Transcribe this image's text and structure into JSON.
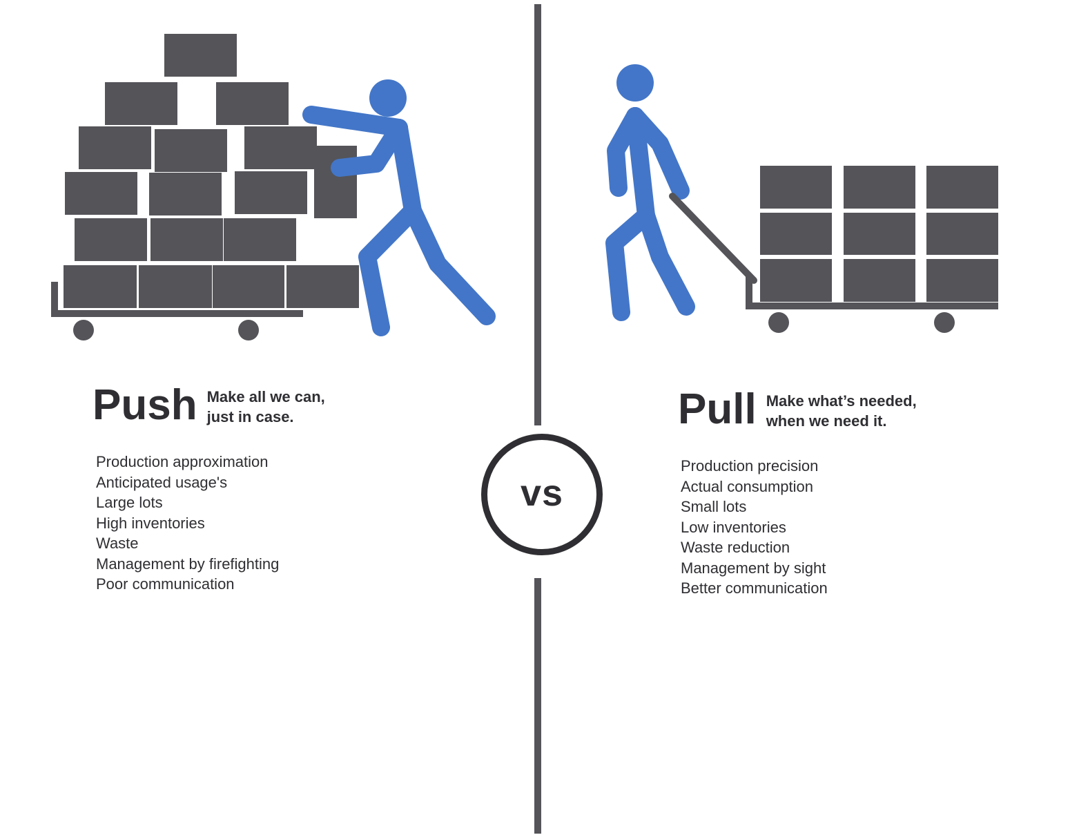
{
  "colors": {
    "figure": "#4376c8",
    "box": "#545459",
    "text": "#2f2f33",
    "background": "#ffffff"
  },
  "push": {
    "title": "Push",
    "tagline": "Make all we can,\njust in case.",
    "items": [
      "Production approximation",
      "Anticipated usage's",
      "Large lots",
      "High inventories",
      "Waste",
      "Management by firefighting",
      "Poor communication"
    ]
  },
  "versus": {
    "label": "vs"
  },
  "pull": {
    "title": "Pull",
    "tagline": "Make what’s needed,\nwhen we need it.",
    "items": [
      "Production precision",
      "Actual consumption",
      "Small lots",
      "Low inventories",
      "Waste reduction",
      "Management by sight",
      "Better communication"
    ]
  }
}
